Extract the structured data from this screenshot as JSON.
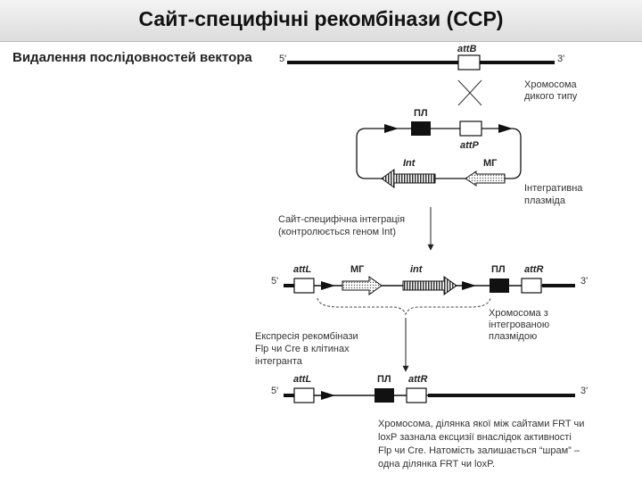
{
  "title": "Сайт-специфічні рекомбінази (ССР)",
  "side_text": "Видалення послідовностей вектора",
  "diagram": {
    "top": {
      "end5": "5'",
      "end3": "3'",
      "attB": "attB",
      "chrom_label": [
        "Хромосома",
        "дикого типу"
      ]
    },
    "plasmid": {
      "pl": "ПЛ",
      "attP": "attP",
      "int": "Int",
      "mg": "МГ",
      "label": [
        "Інтегративна",
        "плазміда"
      ]
    },
    "step1": [
      "Сайт-специфічна інтеграція",
      "(контролюється геном Int)"
    ],
    "integrated": {
      "end5": "5'",
      "end3": "3'",
      "attL": "attL",
      "mg": "МГ",
      "int": "int",
      "pl": "ПЛ",
      "attR": "attR",
      "label": [
        "Хромосома з",
        "інтегрованою",
        "плазмідою"
      ]
    },
    "step2": [
      "Експресія рекомбінази",
      "Flp чи Cre в клітинах",
      "інтегранта"
    ],
    "final": {
      "end5": "5'",
      "end3": "3'",
      "attL": "attL",
      "pl": "ПЛ",
      "attR": "attR",
      "caption": [
        "Хромосома, ділянка якої між сайтами FRT чи",
        "loxP  зазнала ексцизії внаслідок активності",
        "Flp чи Cre. Натомість залишається “шрам” –",
        "одна ділянка FRT чи loxP."
      ]
    }
  }
}
